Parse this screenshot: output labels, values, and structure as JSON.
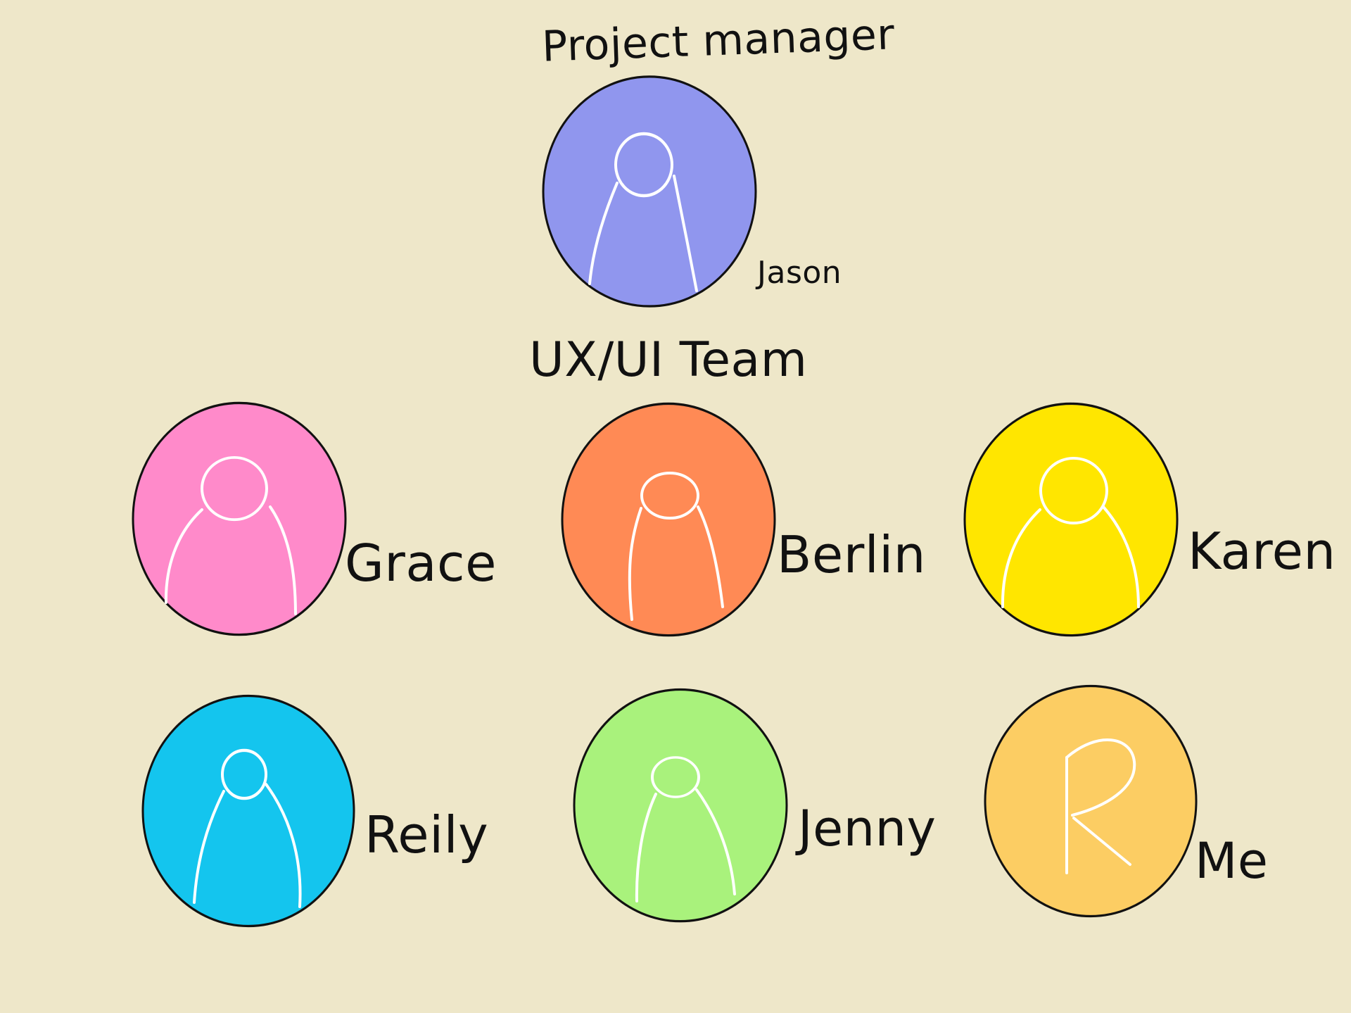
{
  "headers": {
    "project_manager": "Project manager",
    "team": "UX/UI Team"
  },
  "members": [
    {
      "id": "jason",
      "name": "Jason",
      "color": "#9096EE",
      "avatar": "person-icon"
    },
    {
      "id": "grace",
      "name": "Grace",
      "color": "#FF8ACA",
      "avatar": "person-icon"
    },
    {
      "id": "berlin",
      "name": "Berlin",
      "color": "#FF8A55",
      "avatar": "person-icon"
    },
    {
      "id": "karen",
      "name": "Karen",
      "color": "#FFE600",
      "avatar": "person-icon"
    },
    {
      "id": "reily",
      "name": "Reily",
      "color": "#14C5EE",
      "avatar": "person-icon"
    },
    {
      "id": "jenny",
      "name": "Jenny",
      "color": "#A9F27C",
      "avatar": "person-icon"
    },
    {
      "id": "me",
      "name": "Me",
      "color": "#FCCD63",
      "avatar": "letter-r-icon",
      "initial": "R"
    }
  ]
}
